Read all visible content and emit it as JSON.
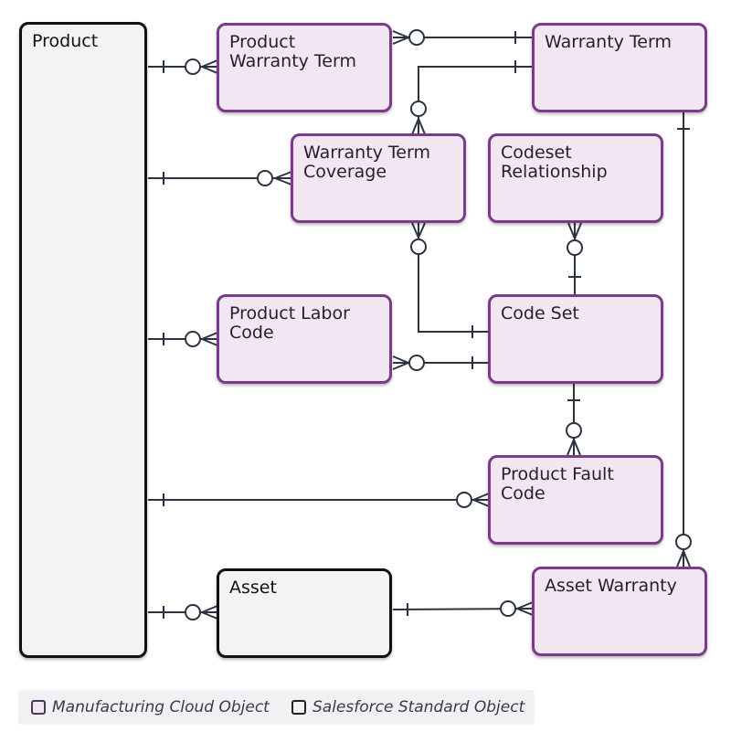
{
  "entities": [
    {
      "id": "product",
      "name": "Product",
      "kind": "standard"
    },
    {
      "id": "product_warranty_term",
      "name": "Product\nWarranty Term",
      "kind": "manufacturing"
    },
    {
      "id": "warranty_term",
      "name": "Warranty Term",
      "kind": "manufacturing"
    },
    {
      "id": "warranty_term_coverage",
      "name": "Warranty Term\nCoverage",
      "kind": "manufacturing"
    },
    {
      "id": "codeset_relationship",
      "name": "Codeset\nRelationship",
      "kind": "manufacturing"
    },
    {
      "id": "product_labor_code",
      "name": "Product Labor\nCode",
      "kind": "manufacturing"
    },
    {
      "id": "code_set",
      "name": "Code Set",
      "kind": "manufacturing"
    },
    {
      "id": "product_fault_code",
      "name": "Product Fault\nCode",
      "kind": "manufacturing"
    },
    {
      "id": "asset",
      "name": "Asset",
      "kind": "standard"
    },
    {
      "id": "asset_warranty",
      "name": "Asset Warranty",
      "kind": "manufacturing"
    }
  ],
  "relationships": [
    {
      "from": "product",
      "to": "product_warranty_term",
      "from_card": "one",
      "to_card": "zero-or-many"
    },
    {
      "from": "warranty_term",
      "to": "product_warranty_term",
      "from_card": "one",
      "to_card": "zero-or-many"
    },
    {
      "from": "warranty_term",
      "to": "warranty_term_coverage",
      "from_card": "one",
      "to_card": "zero-or-many"
    },
    {
      "from": "product",
      "to": "warranty_term_coverage",
      "from_card": "one",
      "to_card": "zero-or-many"
    },
    {
      "from": "code_set",
      "to": "warranty_term_coverage",
      "from_card": "one",
      "to_card": "zero-or-many"
    },
    {
      "from": "code_set",
      "to": "codeset_relationship",
      "from_card": "one",
      "to_card": "zero-or-many"
    },
    {
      "from": "product",
      "to": "product_labor_code",
      "from_card": "one",
      "to_card": "zero-or-many"
    },
    {
      "from": "code_set",
      "to": "product_labor_code",
      "from_card": "one",
      "to_card": "zero-or-many"
    },
    {
      "from": "code_set",
      "to": "product_fault_code",
      "from_card": "one",
      "to_card": "zero-or-many"
    },
    {
      "from": "product",
      "to": "product_fault_code",
      "from_card": "one",
      "to_card": "zero-or-many"
    },
    {
      "from": "product",
      "to": "asset",
      "from_card": "one",
      "to_card": "zero-or-many"
    },
    {
      "from": "asset",
      "to": "asset_warranty",
      "from_card": "one",
      "to_card": "zero-or-many"
    },
    {
      "from": "warranty_term",
      "to": "asset_warranty",
      "from_card": "one",
      "to_card": "zero-or-many"
    }
  ],
  "legend": {
    "manufacturing_label": "Manufacturing Cloud Object",
    "standard_label": "Salesforce Standard Object"
  },
  "colors": {
    "manufacturing_fill": "#f3e6f3",
    "manufacturing_border": "#7b3a8a",
    "standard_fill": "#f2f3f5",
    "standard_border": "#111111",
    "connector": "#2b3340"
  }
}
